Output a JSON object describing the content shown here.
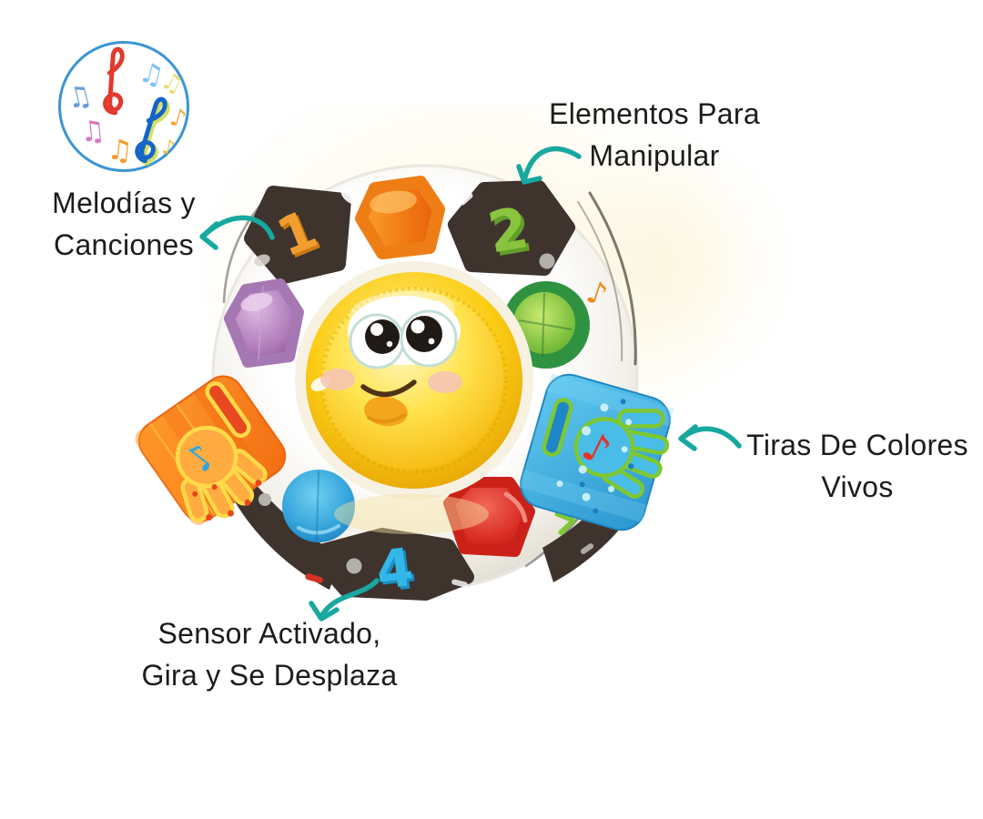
{
  "background": "#ffffff",
  "colors": {
    "label_text": "#1c1c1c",
    "arrow": "#17a89f",
    "icon_border": "#3b95d4"
  },
  "labels": {
    "melodias": {
      "line1": "Melodías y",
      "line2": "Canciones"
    },
    "elementos": {
      "line1": "Elementos Para",
      "line2": "Manipular"
    },
    "tiras": {
      "line1": "Tiras De Colores",
      "line2": "Vivos"
    },
    "sensor": {
      "line1": "Sensor Activado,",
      "line2": "Gira y Se Desplaza"
    }
  },
  "music_icon": {
    "clefs": [
      {
        "name": "treble-clef",
        "color": "#e23a2e"
      },
      {
        "name": "treble-clef",
        "color": "#1565c8"
      }
    ],
    "notes": [
      {
        "glyph": "♫",
        "color": "#7fc4f0"
      },
      {
        "glyph": "♫",
        "color": "#ecd96e"
      },
      {
        "glyph": "♫",
        "color": "#6a9fd8"
      },
      {
        "glyph": "♫",
        "color": "#d678c0"
      },
      {
        "glyph": "♫",
        "color": "#f09a28"
      },
      {
        "glyph": "♪",
        "color": "#f5a83c"
      },
      {
        "glyph": "♪",
        "color": "#e6c23c"
      }
    ]
  },
  "ball": {
    "patches": {
      "one": {
        "label": "1",
        "color": "#f19e30"
      },
      "two": {
        "label": "2",
        "color": "#8ac43f"
      },
      "four": {
        "label": "4",
        "color": "#33b6e8"
      }
    },
    "side_note": {
      "glyph": "♪",
      "color": "#ef8b1a"
    },
    "mitt_left": {
      "note": "♪",
      "note_color": "#2ba7e0"
    },
    "mitt_right": {
      "note": "♪",
      "note_color": "#e63226"
    }
  }
}
